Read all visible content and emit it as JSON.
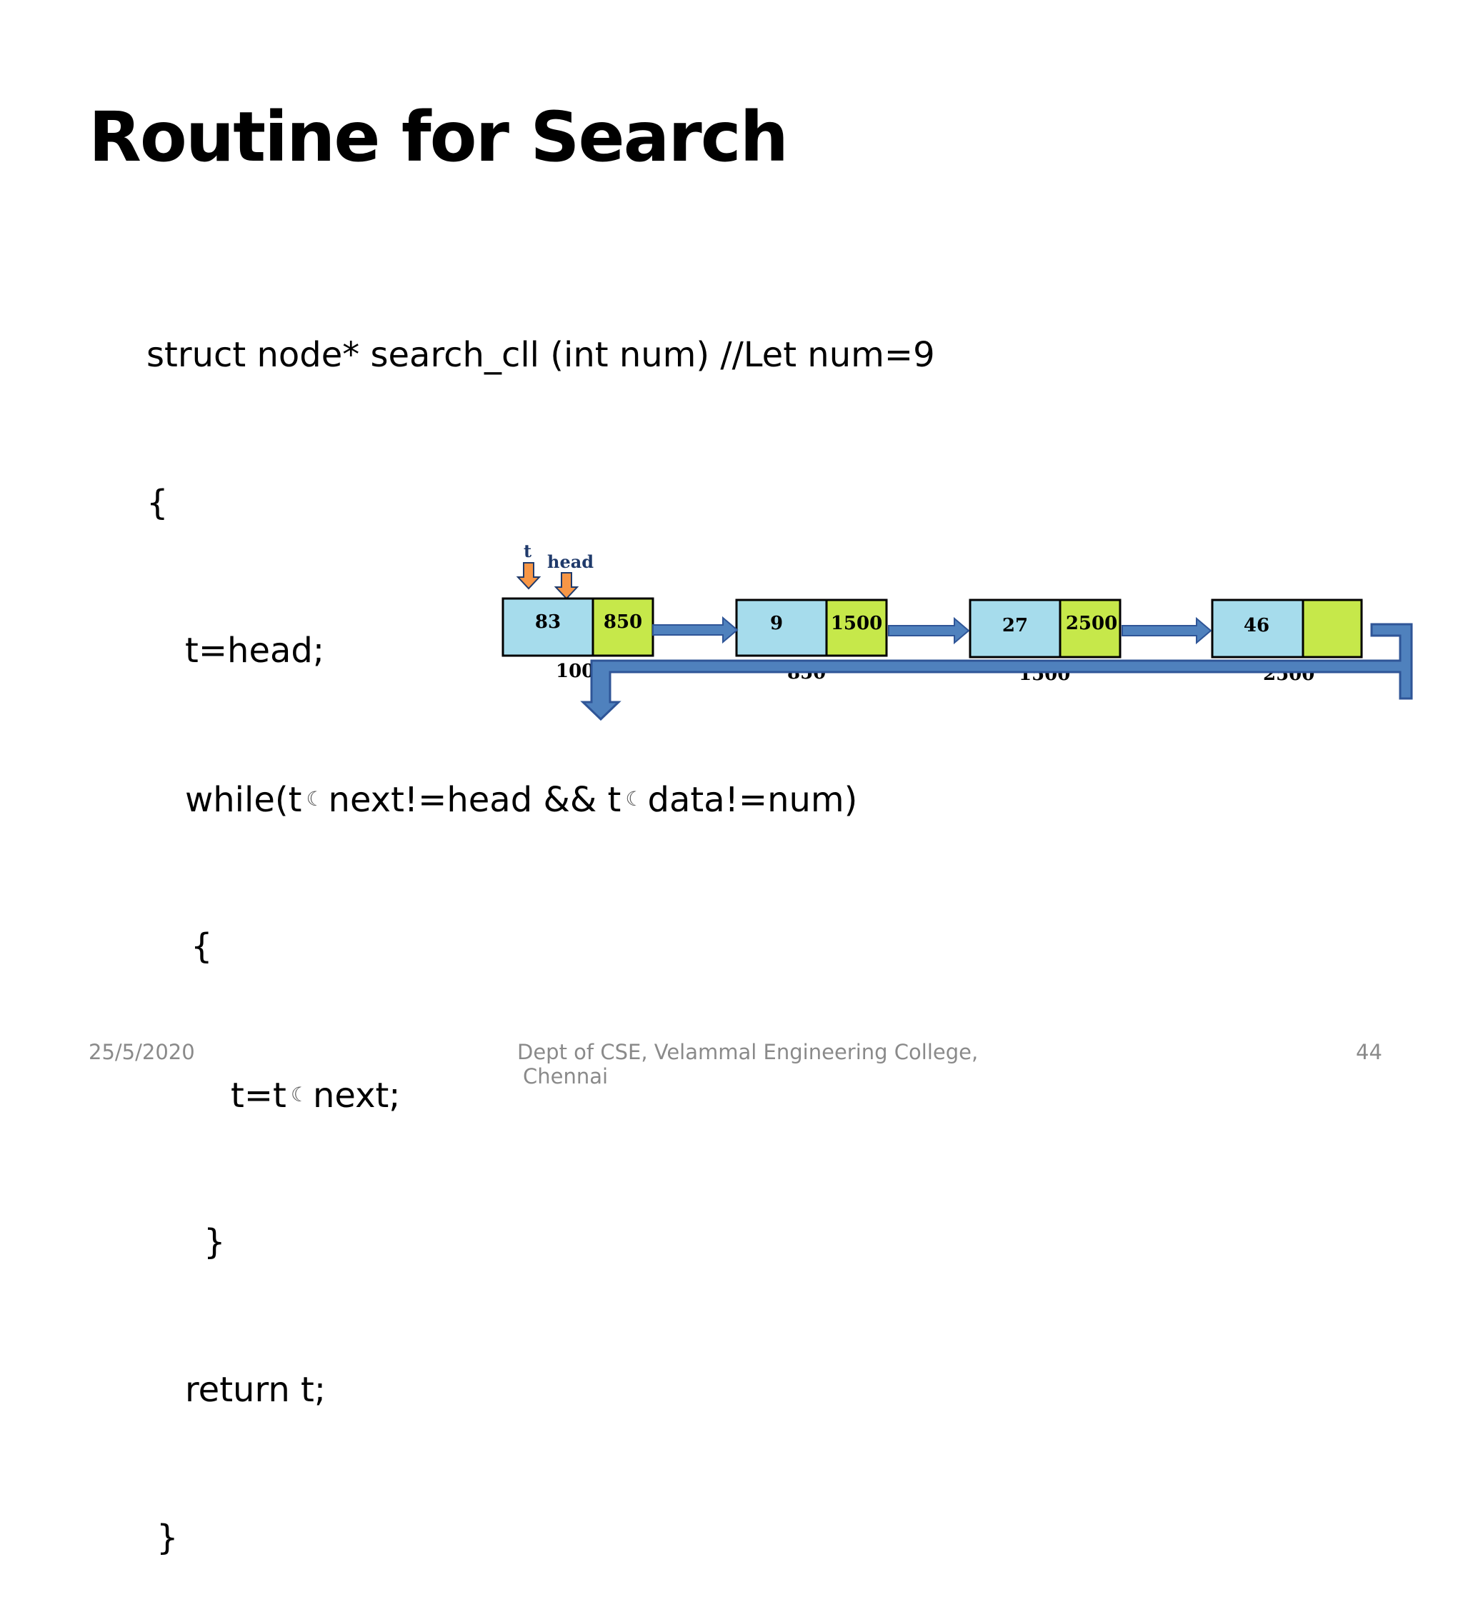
{
  "slide": {
    "title": "Routine for Search"
  },
  "code": {
    "line1": "struct node* search_cll (int num) //Let num=9",
    "line2": "{",
    "line3": "t=head;",
    "line4a": "while(t",
    "line4b": "next!=head && t",
    "line4c": "data!=num)",
    "line5": "{",
    "line6a": "t=t",
    "line6b": "next;",
    "line7": "}",
    "line8": "return t;",
    "line9": "}",
    "arrow_glyph": "☾"
  },
  "diagram": {
    "pointer_t": "t",
    "pointer_head": "head",
    "nodes": [
      {
        "data": "83",
        "next": "850",
        "address": "1000"
      },
      {
        "data": "9",
        "next": "1500",
        "address": "850"
      },
      {
        "data": "27",
        "next": "2500",
        "address": "1500"
      },
      {
        "data": "46",
        "next": "",
        "address": "2500"
      }
    ],
    "colors": {
      "data_cell": "#a6dcec",
      "next_cell": "#c6e84a",
      "link_arrow": "#4f81bd",
      "pointer_arrow": "#f79646"
    }
  },
  "footer": {
    "date": "25/5/2020",
    "dept_line1": "Dept of CSE, Velammal Engineering College,",
    "dept_line2": "Chennai",
    "page": "44"
  }
}
